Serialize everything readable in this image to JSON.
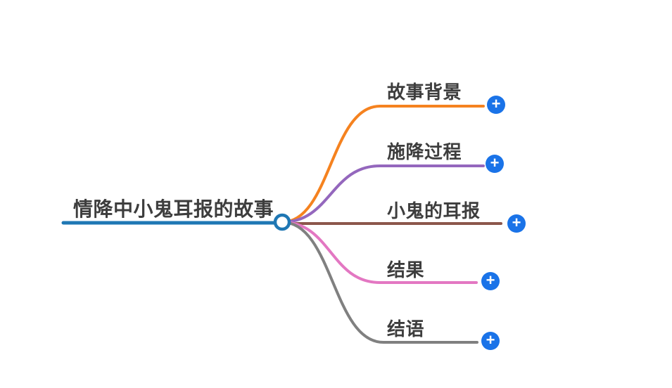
{
  "root": {
    "label": "情降中小鬼耳报的故事",
    "color": "#1f77b4"
  },
  "branches": [
    {
      "label": "故事背景",
      "color": "#f5821f"
    },
    {
      "label": "施降过程",
      "color": "#9467bd"
    },
    {
      "label": "小鬼的耳报",
      "color": "#8c564b"
    },
    {
      "label": "结果",
      "color": "#e377c2"
    },
    {
      "label": "结语",
      "color": "#808080"
    }
  ],
  "ui": {
    "plus_icon": "+",
    "add_button_color": "#1a73e8",
    "text_color": "#3d3d3d",
    "background_color": "#ffffff"
  }
}
